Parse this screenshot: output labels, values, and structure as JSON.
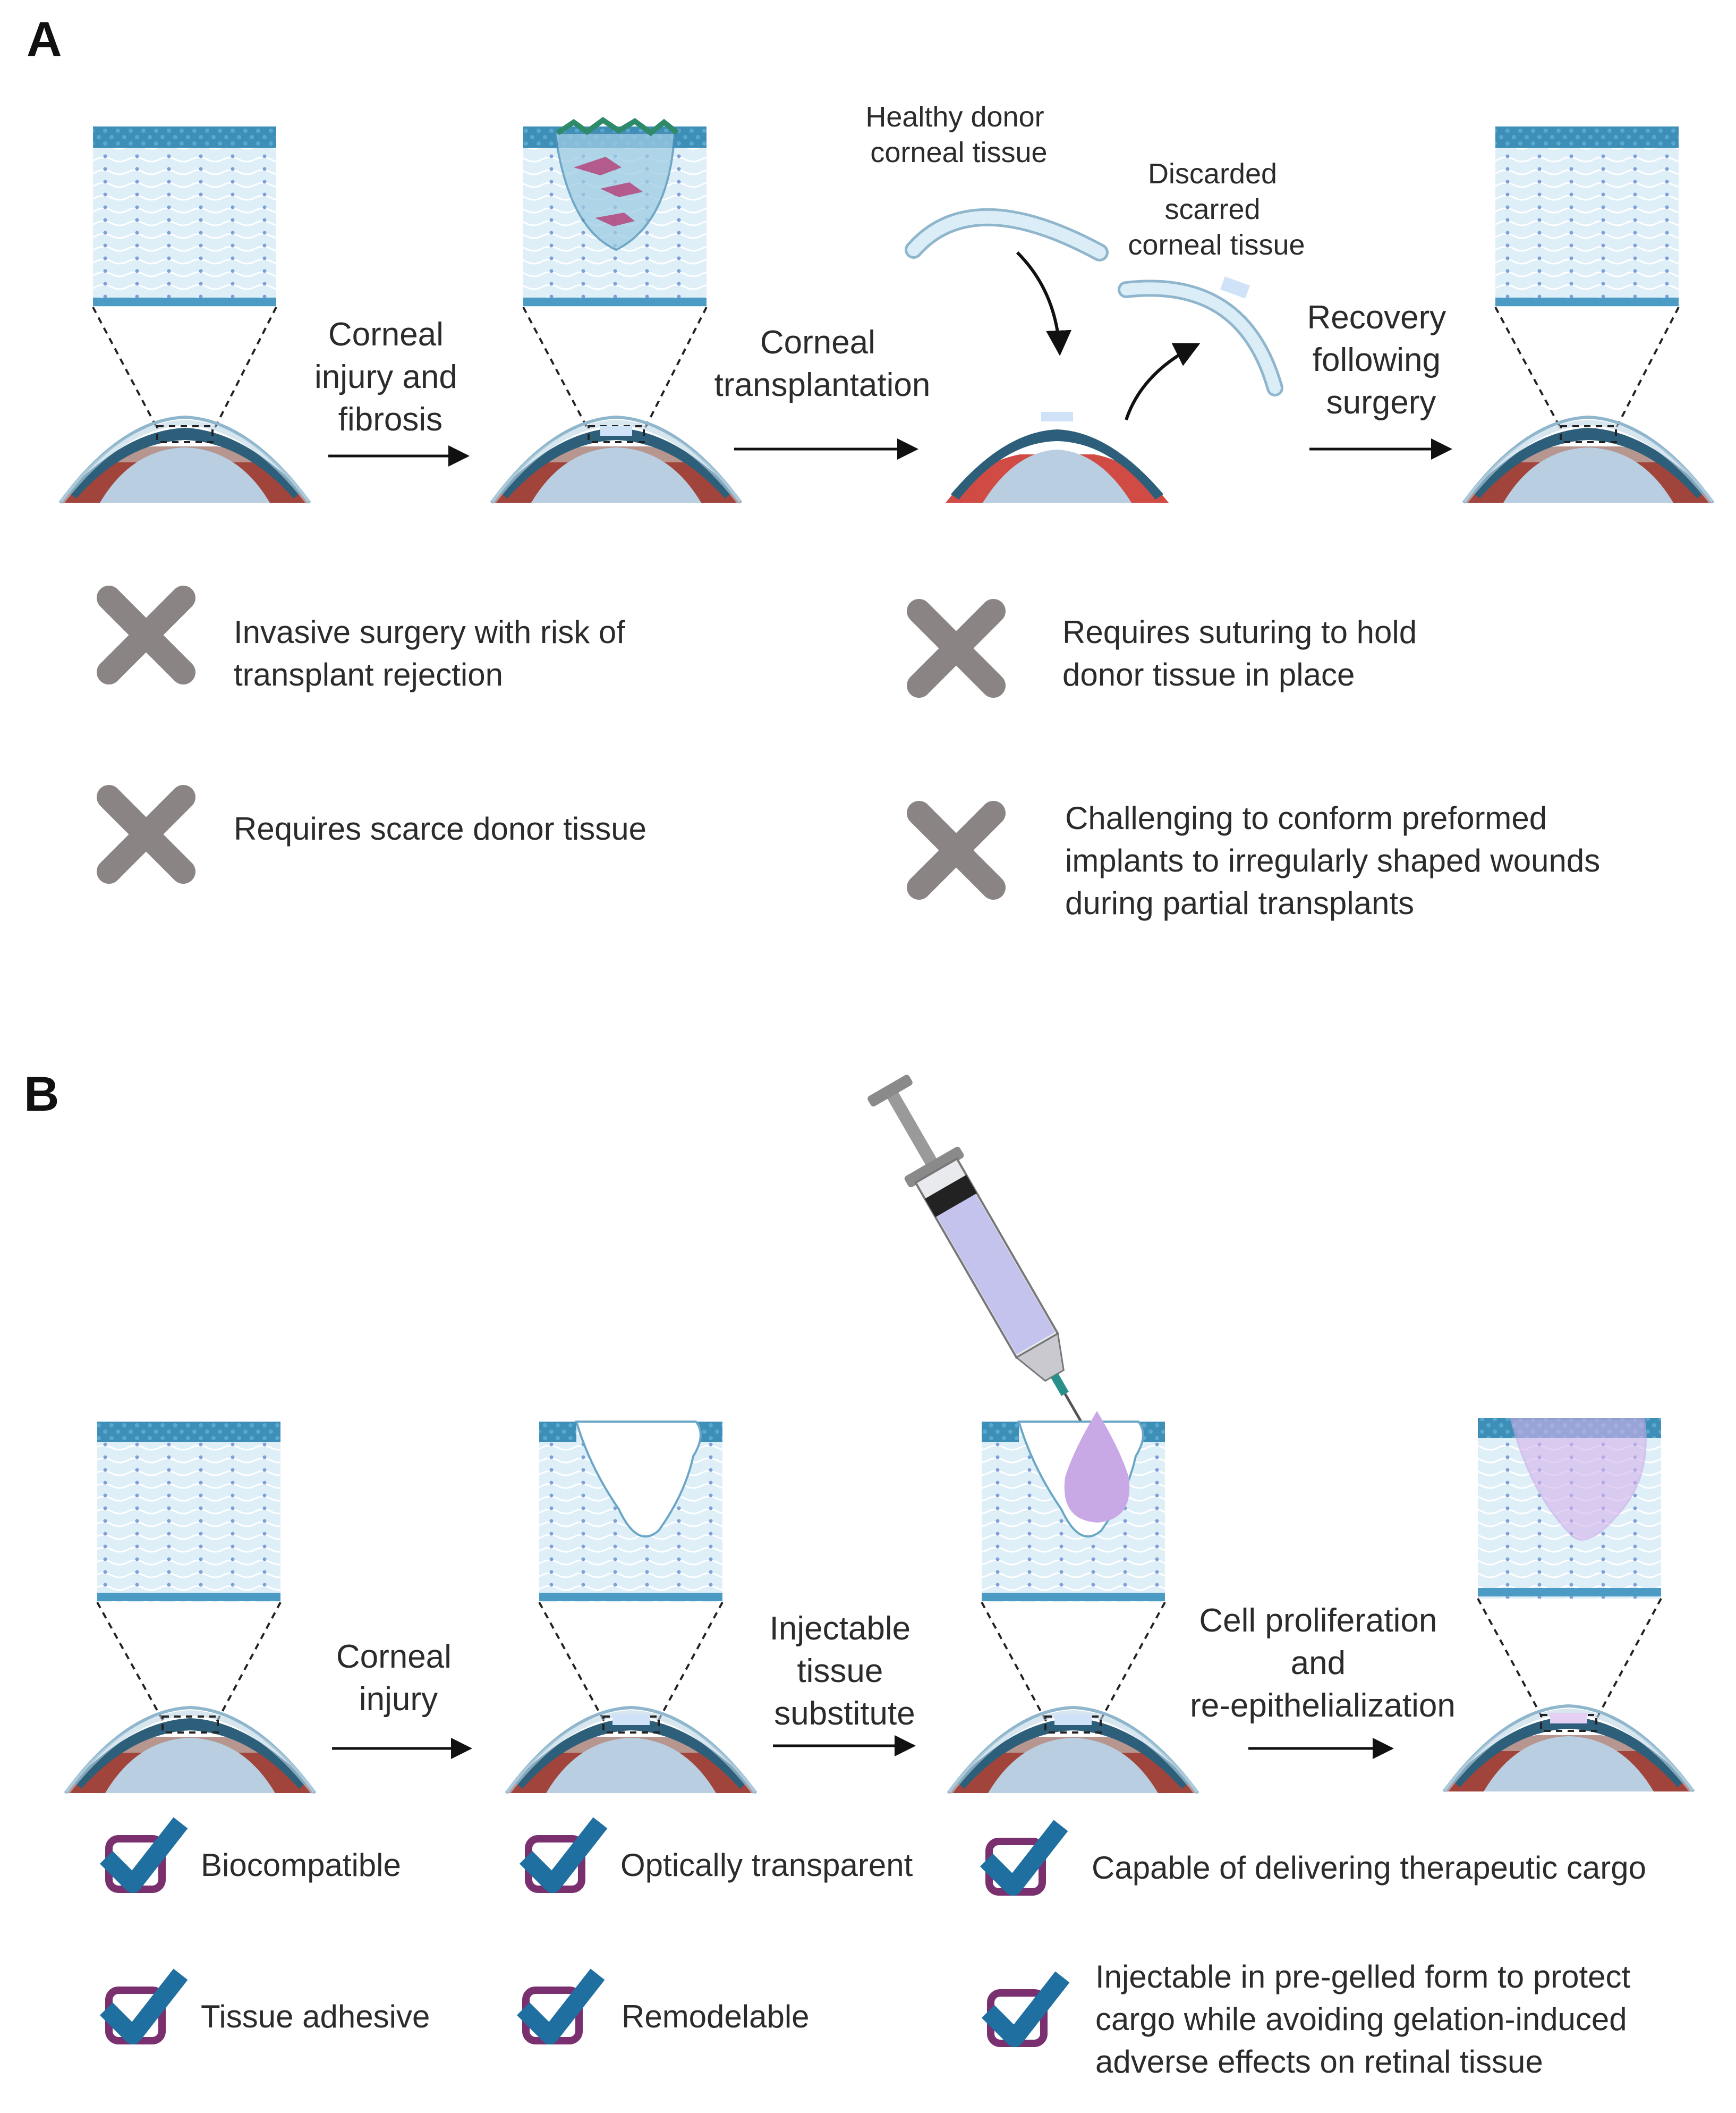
{
  "panel_a": {
    "label": "A",
    "steps": {
      "s1": [
        "Corneal",
        "injury and",
        "fibrosis"
      ],
      "s2": [
        "Corneal",
        "transplantation"
      ],
      "s3": [
        "Recovery",
        "following",
        "surgery"
      ]
    },
    "donor_label": [
      "Healthy donor",
      "corneal tissue"
    ],
    "discarded_label": [
      "Discarded",
      "scarred",
      "corneal tissue"
    ],
    "drawbacks": [
      [
        "Invasive surgery with risk of",
        "transplant rejection"
      ],
      [
        "Requires suturing to hold",
        "donor tissue in place"
      ],
      [
        "Requires scarce donor tissue"
      ],
      [
        "Challenging to conform preformed",
        "implants to irregularly shaped wounds",
        "during partial transplants"
      ]
    ]
  },
  "panel_b": {
    "label": "B",
    "steps": {
      "s1": [
        "Corneal",
        "injury"
      ],
      "s2": [
        "Injectable",
        "tissue",
        "substitute"
      ],
      "s3": [
        "Cell proliferation",
        "and",
        "re-epithelialization"
      ]
    },
    "benefits": [
      [
        "Biocompatible"
      ],
      [
        "Optically transparent"
      ],
      [
        "Capable of delivering therapeutic cargo"
      ],
      [
        "Tissue adhesive"
      ],
      [
        "Remodelable"
      ],
      [
        "Injectable in pre-gelled form to protect",
        "cargo while avoiding gelation-induced",
        "adverse effects on retinal tissue"
      ]
    ]
  },
  "colors": {
    "epithelium": "#3e8fb8",
    "stroma": "#dceef8",
    "cross_mark": "#8a8584",
    "check_box": "#7a2f6e",
    "check_mark": "#1f6fa0",
    "hydrogel": "#c9a8e6"
  }
}
